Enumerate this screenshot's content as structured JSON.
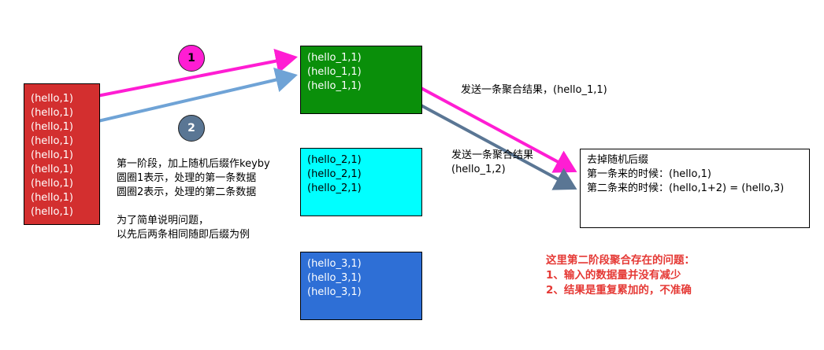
{
  "source_box": {
    "lines": [
      "(hello,1)",
      "(hello,1)",
      "(hello,1)",
      "(hello,1)",
      "(hello,1)",
      "(hello,1)",
      "(hello,1)",
      "(hello,1)",
      "(hello,1)"
    ],
    "color": "#d32f2f"
  },
  "green_box": {
    "lines": [
      "(hello_1,1)",
      "(hello_1,1)",
      "(hello_1,1)"
    ],
    "color": "#0a8f0a"
  },
  "cyan_box": {
    "lines": [
      "(hello_2,1)",
      "(hello_2,1)",
      "(hello_2,1)"
    ],
    "color": "#00ffff"
  },
  "blue_box": {
    "lines": [
      "(hello_3,1)",
      "(hello_3,1)",
      "(hello_3,1)"
    ],
    "color": "#2e6fd6"
  },
  "result_box": {
    "lines": [
      "去掉随机后缀",
      "第一条来的时候：(hello,1)",
      "第二条来的时候：(hello,1+2) = (hello,3)"
    ]
  },
  "circles": {
    "one": {
      "label": "1",
      "color": "#ff1dd3"
    },
    "two": {
      "label": "2",
      "color": "#5a7694"
    }
  },
  "notes": {
    "stage1": [
      "第一阶段，加上随机后缀作keyby",
      "圆圈1表示，处理的第一条数据",
      "圆圈2表示，处理的第二条数据"
    ],
    "simplify": [
      "为了简单说明问题，",
      "以先后两条相同随即后缀为例"
    ],
    "send1": "发送一条聚合结果，(hello_1,1)",
    "send2": [
      "发送一条聚合结果",
      "(hello_1,2)"
    ],
    "problem": [
      "这里第二阶段聚合存在的问题：",
      "1、输入的数据量并没有减少",
      "2、结果是重复累加的，不准确"
    ]
  },
  "arrow_colors": {
    "magenta": "#ff1dd3",
    "light_blue": "#6fa3d6",
    "slate_blue": "#5a7694"
  }
}
